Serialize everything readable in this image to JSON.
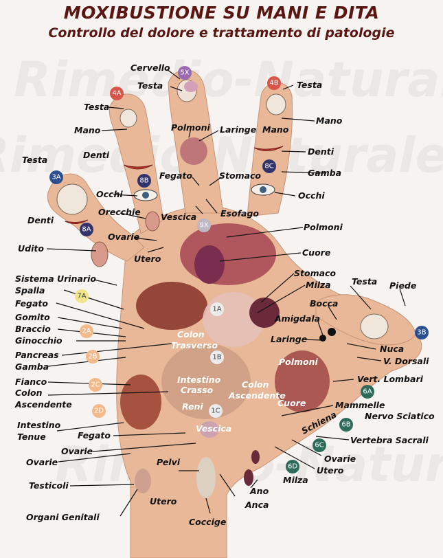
{
  "title": "MOXIBUSTIONE SU MANI E DITA",
  "subtitle": "Controllo del dolore e trattamento di patologie",
  "watermark": "Rimedio-Naturale-it",
  "badges": {
    "b5x": "5X",
    "b4a": "4A",
    "b4b": "4B",
    "b3a": "3A",
    "b8b": "8B",
    "b8c": "8C",
    "b8a": "8A",
    "b9x": "9X",
    "b7a": "7A",
    "b1a": "1A",
    "b2a": "2A",
    "b1b": "1B",
    "b2b": "2B",
    "b2c": "2C",
    "b2d": "2D",
    "b1c": "1C",
    "b3b": "3B",
    "b6a": "6A",
    "b6b": "6B",
    "b6c": "6C",
    "b6d": "6D"
  },
  "labels": {
    "cervello": "Cervello",
    "testa": "Testa",
    "mano": "Mano",
    "denti": "Denti",
    "gamba": "Gamba",
    "occhi": "Occhi",
    "polmoni": "Polmoni",
    "laringe": "Laringe",
    "fegato": "Fegato",
    "stomaco": "Stomaco",
    "esofago": "Esofago",
    "vescica": "Vescica",
    "orecchie": "Orecchie",
    "ovarie": "Ovarie",
    "udito": "Udito",
    "utero": "Utero",
    "cuore": "Cuore",
    "milza": "Milza",
    "sistema_urinario": "Sistema Urinario",
    "spalla": "Spalla",
    "gomito": "Gomito",
    "braccio": "Braccio",
    "ginocchio": "Ginocchio",
    "pancreas": "Pancreas",
    "fianco": "Fianco",
    "colon": "Colon",
    "ascendente": "Ascendente",
    "trasverso": "Trasverso",
    "intestino": "Intestino",
    "crasso": "Crasso",
    "reni": "Reni",
    "piede": "Piede",
    "bocca": "Bocca",
    "amigdala": "Amigdala",
    "nuca": "Nuca",
    "v_dorsali": "V. Dorsali",
    "vert_lombari": "Vert. Lombari",
    "mammelle": "Mammelle",
    "nervo_sciatico": "Nervo Sciatico",
    "schiena": "Schiena",
    "vertebra_sacrali": "Vertebra Sacrali",
    "tenue": "Tenue",
    "pelvi": "Pelvi",
    "testicoli": "Testicoli",
    "organi_genitali": "Organi Genitali",
    "coccige": "Coccige",
    "anca": "Anca",
    "ano": "Ano"
  }
}
